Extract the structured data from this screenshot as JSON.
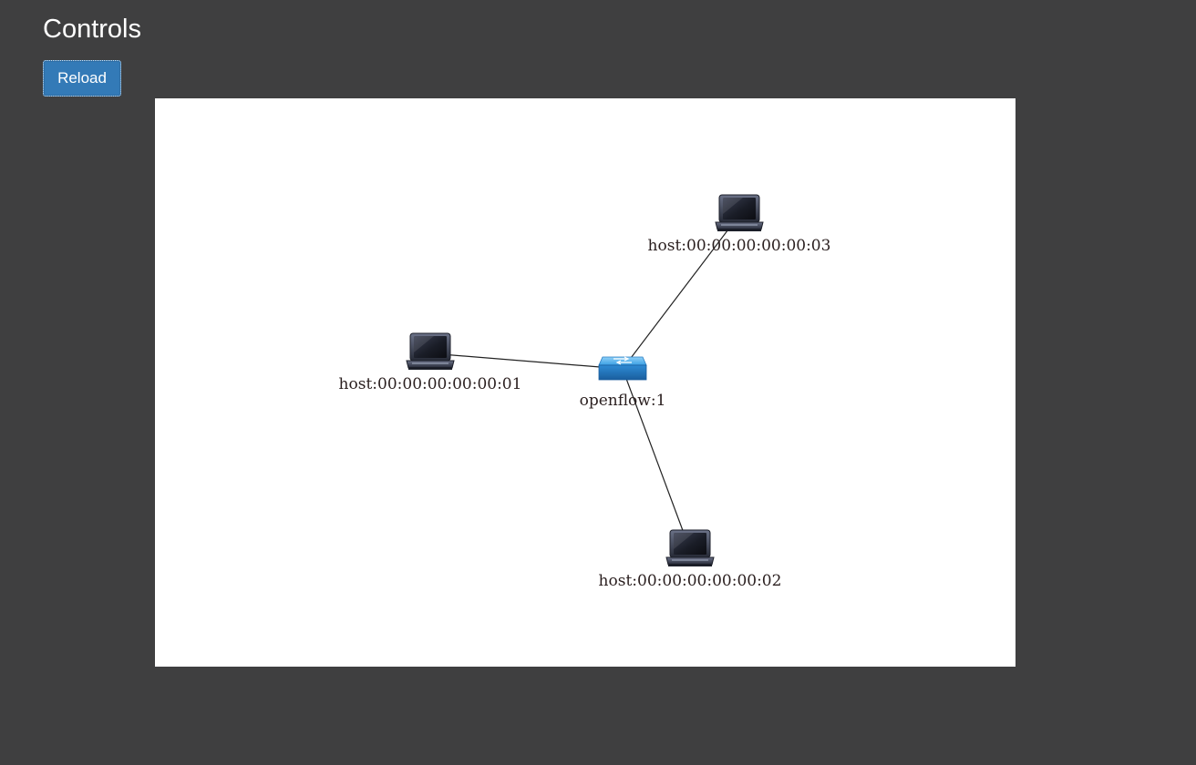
{
  "page": {
    "title": "Controls"
  },
  "toolbar": {
    "reload_label": "Reload"
  },
  "topology": {
    "nodes": [
      {
        "id": "switch-1",
        "type": "switch",
        "label": "openflow:1"
      },
      {
        "id": "host-1",
        "type": "host",
        "label": "host:00:00:00:00:00:01"
      },
      {
        "id": "host-2",
        "type": "host",
        "label": "host:00:00:00:00:00:02"
      },
      {
        "id": "host-3",
        "type": "host",
        "label": "host:00:00:00:00:00:03"
      }
    ],
    "links": [
      {
        "source": "switch-1",
        "target": "host-1"
      },
      {
        "source": "switch-1",
        "target": "host-2"
      },
      {
        "source": "switch-1",
        "target": "host-3"
      }
    ],
    "icons": {
      "switch": "network-switch-icon",
      "host": "laptop-icon"
    },
    "colors": {
      "switch": "#2f8fd8",
      "host": "#2a2e3a",
      "link": "#222222"
    }
  }
}
